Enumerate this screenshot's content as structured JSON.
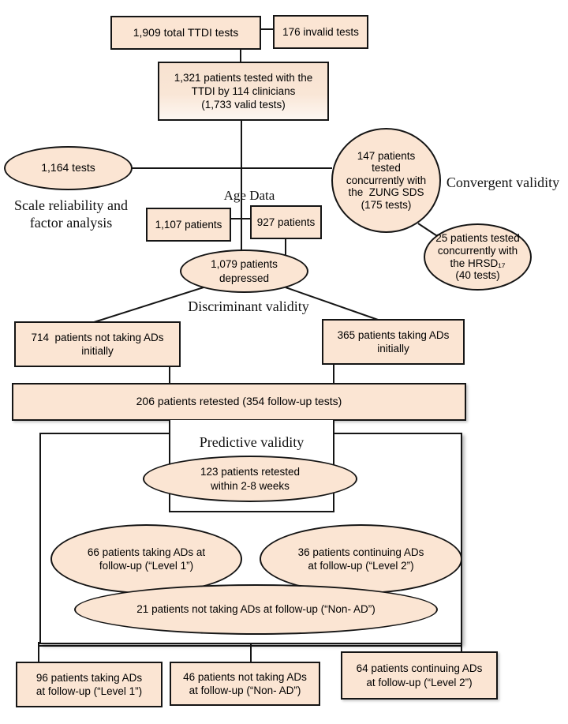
{
  "colors": {
    "node_fill": "#fbe5d3",
    "node_border": "#151515",
    "line": "#151515",
    "background": "#ffffff"
  },
  "nodes": {
    "total": "1,909 total TTDI tests",
    "invalid": "176 invalid tests",
    "tested": "1,321 patients tested with the\nTTDI by 114 clinicians\n(1,733 valid tests)",
    "tests_1164": "1,164 tests",
    "zung": "147 patients\ntested\nconcurrently with\nthe  ZUNG SDS\n(175 tests)",
    "hrsd": "25 patients tested\nconcurrently with\nthe HRSD₁₇\n(40 tests)",
    "age_1107": "1,107 patients",
    "age_927": "927 patients",
    "depressed": "1,079 patients\ndepressed",
    "no_ads_initially": "714  patients not taking ADs\ninitially",
    "ads_initially": "365 patients taking ADs\ninitially",
    "retested": "206 patients retested (354 follow-up tests)",
    "retested_2_8_weeks": "123 patients retested\nwithin 2-8 weeks",
    "level1_66": "66 patients taking ADs at\nfollow-up (“Level 1”)",
    "level2_36": "36 patients continuing ADs\nat follow-up (“Level 2”)",
    "nonad_21": "21 patients not taking ADs at follow-up (“Non- AD”)",
    "level1_96": "96 patients taking ADs\nat follow-up (“Level 1”)",
    "nonad_46": "46 patients not taking ADs\nat follow-up (“Non- AD”)",
    "level2_64": "64 patients continuing ADs\nat follow-up (“Level 2”)"
  },
  "labels": {
    "scale_reliability": "Scale reliability and\nfactor analysis",
    "age_data": "Age Data",
    "convergent": "Convergent validity",
    "discriminant": "Discriminant validity",
    "predictive": "Predictive validity"
  }
}
